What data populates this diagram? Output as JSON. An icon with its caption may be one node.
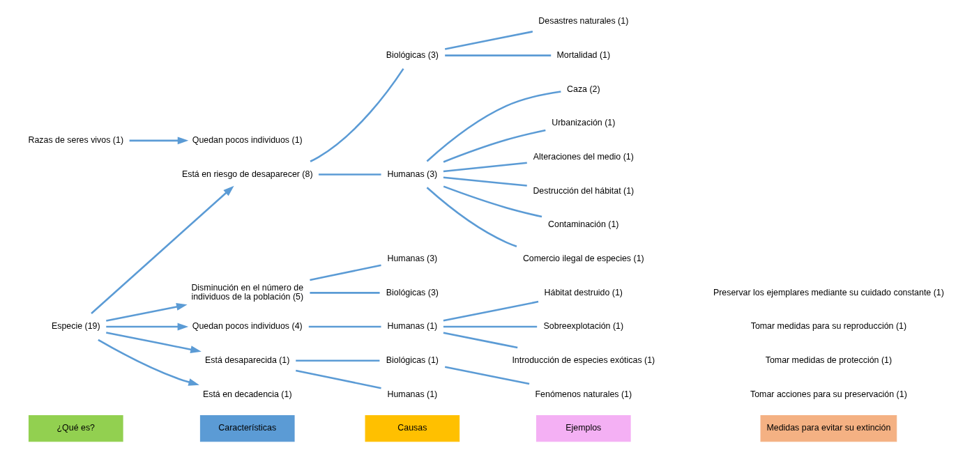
{
  "diagram": {
    "nodes": [
      {
        "text": [
          "¿Qué es?"
        ]
      },
      {
        "text": [
          "Características"
        ]
      },
      {
        "text": [
          "Causas"
        ]
      },
      {
        "text": [
          "Ejemplos"
        ]
      },
      {
        "text": [
          "Medidas para evitar su extinción"
        ]
      },
      {
        "text": [
          "Especie (19)"
        ]
      },
      {
        "text": [
          "Está en riesgo de desaparecer (8)"
        ]
      },
      {
        "text": [
          "Disminución en el número de individuos de la población (5)"
        ]
      },
      {
        "text": [
          "Quedan pocos individuos (4)"
        ]
      },
      {
        "text": [
          "Está desaparecida (1)"
        ]
      },
      {
        "text": [
          "Está en decadencia (1)"
        ]
      },
      {
        "text": [
          "Razas de seres vivos (1)"
        ]
      },
      {
        "text": [
          "Quedan pocos individuos (1)"
        ]
      },
      {
        "text": [
          "Biológicas (3)"
        ]
      },
      {
        "text": [
          "Humanas (3)"
        ]
      },
      {
        "text": [
          "Humanas (3)"
        ]
      },
      {
        "text": [
          "Biológicas (3)"
        ]
      },
      {
        "text": [
          "Humanas (1)"
        ]
      },
      {
        "text": [
          "Biológicas (1)"
        ]
      },
      {
        "text": [
          "Humanas (1)"
        ]
      },
      {
        "text": [
          "Desastres naturales (1)"
        ]
      },
      {
        "text": [
          "Mortalidad (1)"
        ]
      },
      {
        "text": [
          "Caza (2)"
        ]
      },
      {
        "text": [
          "Urbanización (1)"
        ]
      },
      {
        "text": [
          "Alteraciones del medio (1)"
        ]
      },
      {
        "text": [
          "Destrucción del hábitat (1)"
        ]
      },
      {
        "text": [
          "Contaminación (1)"
        ]
      },
      {
        "text": [
          "Comercio ilegal de especies (1)"
        ]
      },
      {
        "text": [
          "Hábitat destruido (1)"
        ]
      },
      {
        "text": [
          "Sobreexplotación (1)"
        ]
      },
      {
        "text": [
          "Introducción de especies exóticas (1)"
        ]
      },
      {
        "text": [
          "Fenómenos naturales (1)"
        ]
      }
    ],
    "edges": [
      {
        "from": 5,
        "to": 6,
        "arrow": "to"
      },
      {
        "from": 5,
        "to": 7,
        "arrow": "to"
      },
      {
        "from": 5,
        "to": 8,
        "arrow": "to"
      },
      {
        "from": 5,
        "to": 9,
        "arrow": "to"
      },
      {
        "from": 5,
        "to": 10,
        "arrow": "to"
      },
      {
        "from": 11,
        "to": 12,
        "arrow": "to"
      },
      {
        "from": 6,
        "to": 13,
        "arrow": "none"
      },
      {
        "from": 6,
        "to": 14,
        "arrow": "none"
      },
      {
        "from": 7,
        "to": 15,
        "arrow": "none"
      },
      {
        "from": 7,
        "to": 16,
        "arrow": "none"
      },
      {
        "from": 8,
        "to": 17,
        "arrow": "none"
      },
      {
        "from": 9,
        "to": 18,
        "arrow": "none"
      },
      {
        "from": 9,
        "to": 19,
        "arrow": "none"
      },
      {
        "from": 13,
        "to": 20,
        "arrow": "none"
      },
      {
        "from": 13,
        "to": 21,
        "arrow": "none"
      },
      {
        "from": 14,
        "to": 22,
        "arrow": "none"
      },
      {
        "from": 14,
        "to": 23,
        "arrow": "none"
      },
      {
        "from": 14,
        "to": 24,
        "arrow": "none"
      },
      {
        "from": 14,
        "to": 25,
        "arrow": "none"
      },
      {
        "from": 14,
        "to": 26,
        "arrow": "none"
      },
      {
        "from": 14,
        "to": 27,
        "arrow": "none"
      },
      {
        "from": 17,
        "to": 28,
        "arrow": "none"
      },
      {
        "from": 17,
        "to": 29,
        "arrow": "none"
      },
      {
        "from": 17,
        "to": 30,
        "arrow": "none"
      },
      {
        "from": 18,
        "to": 31,
        "arrow": "none"
      }
    ],
    "labels": [
      "Tomar acciones para su preservación (1)",
      "Tomar medidas de protección (1)",
      "Tomar medidas para su reproducción (1)",
      "Preservar los ejemplares mediante su cuidado constante (1)"
    ]
  }
}
